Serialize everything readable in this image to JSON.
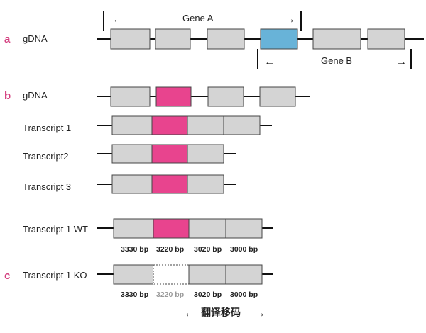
{
  "colors": {
    "exon": "#d4d4d4",
    "highlight": "#e8448e",
    "geneB": "#68b3d8",
    "deleted": "#ffffff",
    "panel_letter": "#d43f7f"
  },
  "panels": {
    "a": {
      "letter": "a",
      "label": "gDNA",
      "gene_a": "Gene A",
      "gene_b": "Gene B",
      "arrow_left": "←",
      "arrow_right": "→"
    },
    "b": {
      "letter": "b",
      "label": "gDNA",
      "transcripts": [
        "Transcript 1",
        "Transcript2",
        "Transcript 3"
      ],
      "wt_label": "Transcript 1 WT",
      "wt_sizes": [
        "3330 bp",
        "3220 bp",
        "3020 bp",
        "3000 bp"
      ]
    },
    "c": {
      "letter": "c",
      "label": "Transcript 1 KO",
      "sizes": [
        "3330 bp",
        "3220 bp",
        "3020 bp",
        "3000 bp"
      ],
      "caption_left": "←",
      "caption": "翻译移码",
      "caption_right": "→"
    }
  }
}
